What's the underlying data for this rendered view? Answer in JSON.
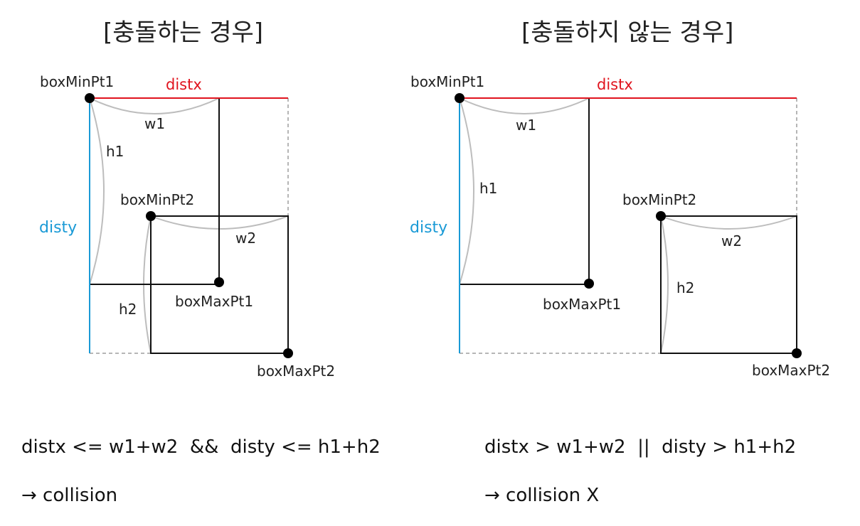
{
  "colors": {
    "distx": "#e0141e",
    "disty": "#1a9ad6",
    "box": "#111111",
    "curve": "#bdbdbd",
    "dashed": "#9e9e9e",
    "text": "#222222"
  },
  "left": {
    "title": "[충돌하는 경우]",
    "labels": {
      "boxMinPt1": "boxMinPt1",
      "distx": "distx",
      "w1": "w1",
      "h1": "h1",
      "disty": "disty",
      "boxMinPt2": "boxMinPt2",
      "w2": "w2",
      "h2": "h2",
      "boxMaxPt1": "boxMaxPt1",
      "boxMaxPt2": "boxMaxPt2"
    },
    "condition": "distx <= w1+w2  &&  disty <= h1+h2",
    "result": "→ collision"
  },
  "right": {
    "title": "[충돌하지 않는 경우]",
    "labels": {
      "boxMinPt1": "boxMinPt1",
      "distx": "distx",
      "w1": "w1",
      "h1": "h1",
      "disty": "disty",
      "boxMinPt2": "boxMinPt2",
      "w2": "w2",
      "h2": "h2",
      "boxMaxPt1": "boxMaxPt1",
      "boxMaxPt2": "boxMaxPt2"
    },
    "condition": "distx > w1+w2  ||  disty > h1+h2",
    "result": "→ collision X"
  }
}
